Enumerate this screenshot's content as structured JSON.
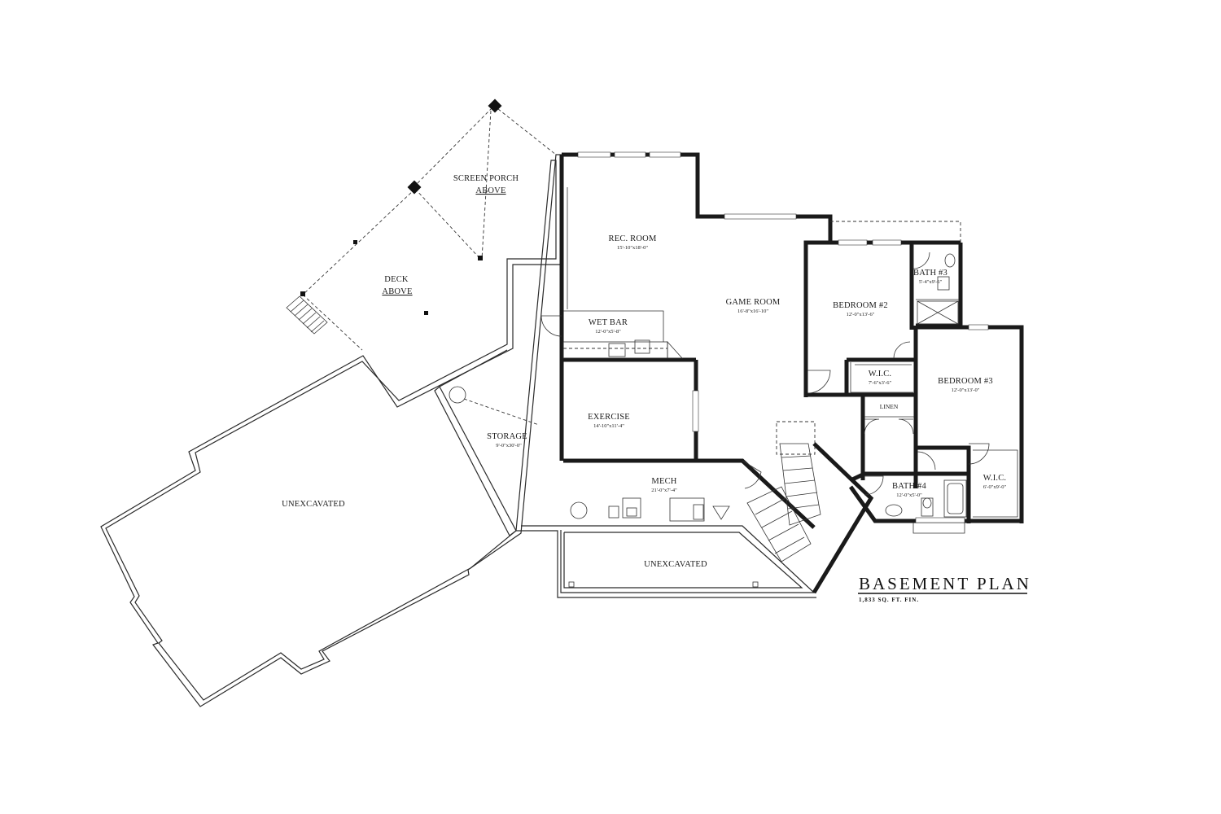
{
  "rooms": {
    "screen_porch": {
      "name_line1": "SCREEN PORCH",
      "name_line2": "ABOVE"
    },
    "deck": {
      "name_line1": "DECK",
      "name_line2": "ABOVE"
    },
    "rec_room": {
      "name": "REC. ROOM",
      "dim": "15'-10\"x18'-0\""
    },
    "game_room": {
      "name": "GAME ROOM",
      "dim": "16'-8\"x16'-10\""
    },
    "wet_bar": {
      "name": "WET BAR",
      "dim": "12'-0\"x5'-8\""
    },
    "exercise": {
      "name": "EXERCISE",
      "dim": "14'-10\"x11'-4\""
    },
    "storage": {
      "name": "STORAGE",
      "dim": "9'-0\"x30'-0\""
    },
    "mech": {
      "name": "MECH",
      "dim": "21'-0\"x7'-4\""
    },
    "unexcavated_left": {
      "name": "UNEXCAVATED"
    },
    "unexcavated_bottom": {
      "name": "UNEXCAVATED"
    },
    "bedroom2": {
      "name": "BEDROOM #2",
      "dim": "12'-0\"x13'-6\""
    },
    "bath3": {
      "name": "BATH #3",
      "dim": "5'-4\"x9'-6\""
    },
    "wic1": {
      "name": "W.I.C.",
      "dim": "7'-6\"x3'-6\""
    },
    "linen": {
      "name": "LINEN"
    },
    "bedroom3": {
      "name": "BEDROOM #3",
      "dim": "12'-0\"x13'-0\""
    },
    "wic2": {
      "name": "W.I.C.",
      "dim": "6'-0\"x9'-0\""
    },
    "bath4": {
      "name": "BATH #4",
      "dim": "12'-0\"x5'-0\""
    }
  },
  "title": {
    "main": "BASEMENT PLAN",
    "sub": "1,833 SQ. FT. FIN."
  }
}
